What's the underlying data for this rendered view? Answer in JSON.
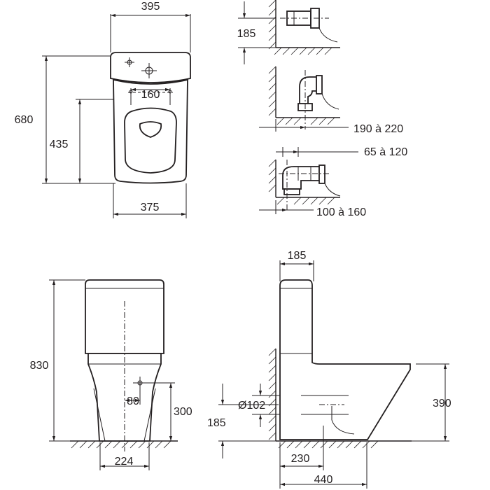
{
  "dimensions": {
    "top_width": "395",
    "top_depth": "680",
    "top_seat_depth": "435",
    "top_hole_spacing": "160",
    "top_base_width": "375",
    "outlet_height": "185",
    "outlet_range_floor": "190 à 220",
    "outlet_range_wall_a": "65 à 120",
    "outlet_range_wall_b": "100 à 160",
    "front_height": "830",
    "front_inlet_spacing": "80",
    "front_inlet_height": "300",
    "front_base_width": "224",
    "side_tank_depth": "185",
    "side_bowl_height": "390",
    "side_outlet_diameter": "Ø102",
    "side_outlet_height": "185",
    "side_outlet_offset": "230",
    "side_total_depth": "440"
  }
}
